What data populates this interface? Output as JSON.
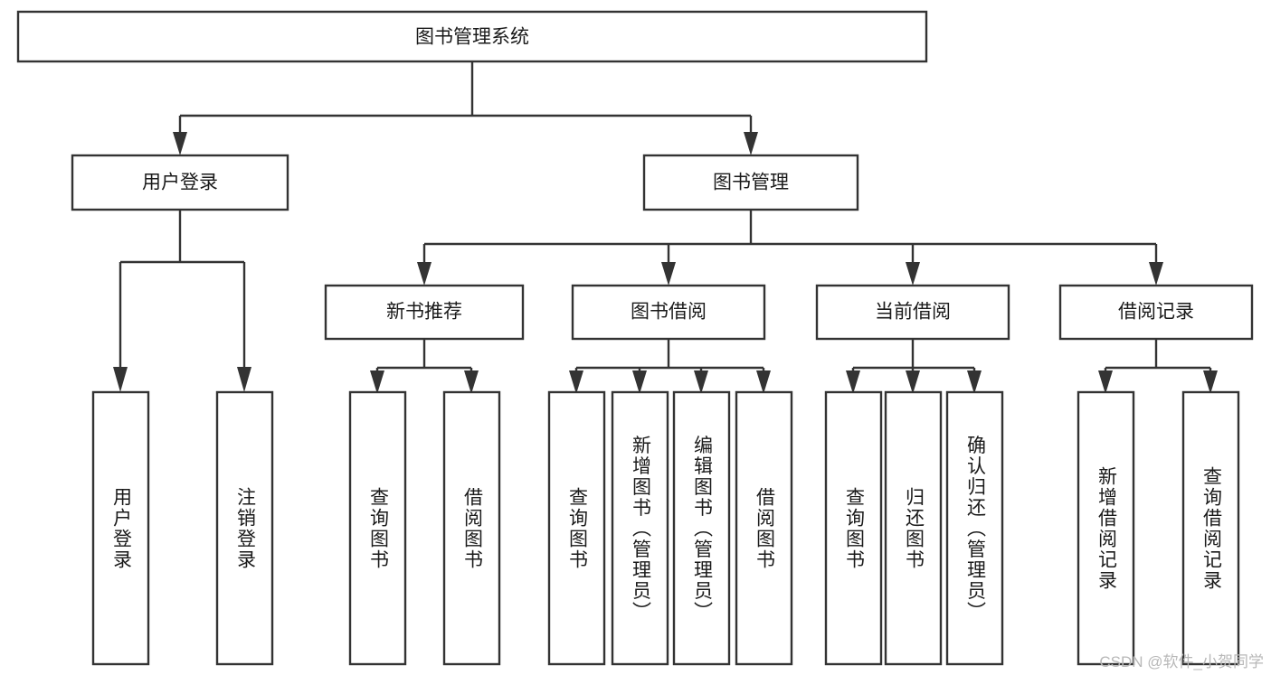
{
  "diagram": {
    "type": "tree-hierarchy",
    "title": "图书管理系统",
    "root": {
      "id": "root",
      "label": "图书管理系统"
    },
    "level1": [
      {
        "id": "user-login",
        "label": "用户登录"
      },
      {
        "id": "book-management",
        "label": "图书管理"
      }
    ],
    "level2": [
      {
        "id": "new-book-recommend",
        "label": "新书推荐",
        "parent": "book-management"
      },
      {
        "id": "book-borrow",
        "label": "图书借阅",
        "parent": "book-management"
      },
      {
        "id": "current-borrow",
        "label": "当前借阅",
        "parent": "book-management"
      },
      {
        "id": "borrow-record",
        "label": "借阅记录",
        "parent": "book-management"
      }
    ],
    "leaves": [
      {
        "id": "leaf-user-login",
        "label": "用户登录",
        "parent": "user-login"
      },
      {
        "id": "leaf-logout",
        "label": "注销登录",
        "parent": "user-login"
      },
      {
        "id": "leaf-query-book-1",
        "label": "查询图书",
        "parent": "new-book-recommend"
      },
      {
        "id": "leaf-borrow-book-1",
        "label": "借阅图书",
        "parent": "new-book-recommend"
      },
      {
        "id": "leaf-query-book-2",
        "label": "查询图书",
        "parent": "book-borrow"
      },
      {
        "id": "leaf-add-book",
        "label": "新增图书（管理员）",
        "parent": "book-borrow"
      },
      {
        "id": "leaf-edit-book",
        "label": "编辑图书（管理员）",
        "parent": "book-borrow"
      },
      {
        "id": "leaf-borrow-book-2",
        "label": "借阅图书",
        "parent": "book-borrow"
      },
      {
        "id": "leaf-query-book-3",
        "label": "查询图书",
        "parent": "current-borrow"
      },
      {
        "id": "leaf-return-book",
        "label": "归还图书",
        "parent": "current-borrow"
      },
      {
        "id": "leaf-confirm-return",
        "label": "确认归还（管理员）",
        "parent": "current-borrow"
      },
      {
        "id": "leaf-add-record",
        "label": "新增借阅记录",
        "parent": "borrow-record"
      },
      {
        "id": "leaf-query-record",
        "label": "查询借阅记录",
        "parent": "borrow-record"
      }
    ],
    "colors": {
      "box_stroke": "#333333",
      "box_fill": "#ffffff",
      "text": "#1a1a1a",
      "background": "#ffffff",
      "watermark": "#b8b8b8"
    }
  },
  "watermark": {
    "text": "CSDN @软件_小贺同学"
  }
}
